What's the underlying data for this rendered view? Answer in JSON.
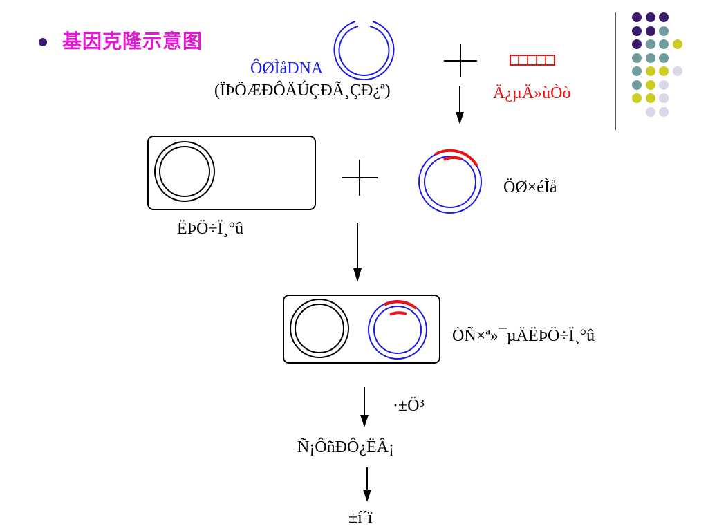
{
  "slide": {
    "title": "基因克隆示意图"
  },
  "diagram": {
    "vector_label_line1": "ÔØÌåDNA",
    "vector_label_line2": "(ÏÞÖÆÐÔÄÚÇÐÃ¸ÇÐ¿ª)",
    "target_gene_label": "Ä¿µÄ»ùÒò",
    "recombinant_label": "ÖØ×éÌå",
    "host_cell_label": "ËÞÖ÷Ï¸°û",
    "transformed_cell_label": "ÒÑ×ª»¯µÄËÞÖ÷Ï¸°û",
    "step_label_culture": "·±Ö³",
    "screening_label": "Ñ¡ÔñÐÔ¿ËÂ¡",
    "final_label": "±í´ï"
  },
  "colors": {
    "title": "#e616d6",
    "vector": "#1a1ae6",
    "gene": "#ee1111",
    "deco_purple": "#3a1a6a",
    "deco_teal": "#6f9c9c",
    "deco_yellow": "#cccc22",
    "deco_lavender": "#d8d8e8"
  },
  "decoration": {
    "dot_grid": [
      [
        "deco_purple",
        "deco_purple",
        "deco_purple",
        null
      ],
      [
        "deco_purple",
        "deco_purple",
        "deco_teal",
        null
      ],
      [
        "deco_purple",
        "deco_teal",
        "deco_teal",
        "deco_yellow"
      ],
      [
        "deco_teal",
        "deco_teal",
        "deco_teal",
        null
      ],
      [
        "deco_teal",
        "deco_yellow",
        "deco_yellow",
        "deco_lavender"
      ],
      [
        "deco_teal",
        "deco_yellow",
        "deco_lavender",
        null
      ],
      [
        "deco_yellow",
        "deco_yellow",
        "deco_lavender",
        null
      ],
      [
        null,
        "deco_lavender",
        "deco_lavender",
        null
      ]
    ]
  }
}
